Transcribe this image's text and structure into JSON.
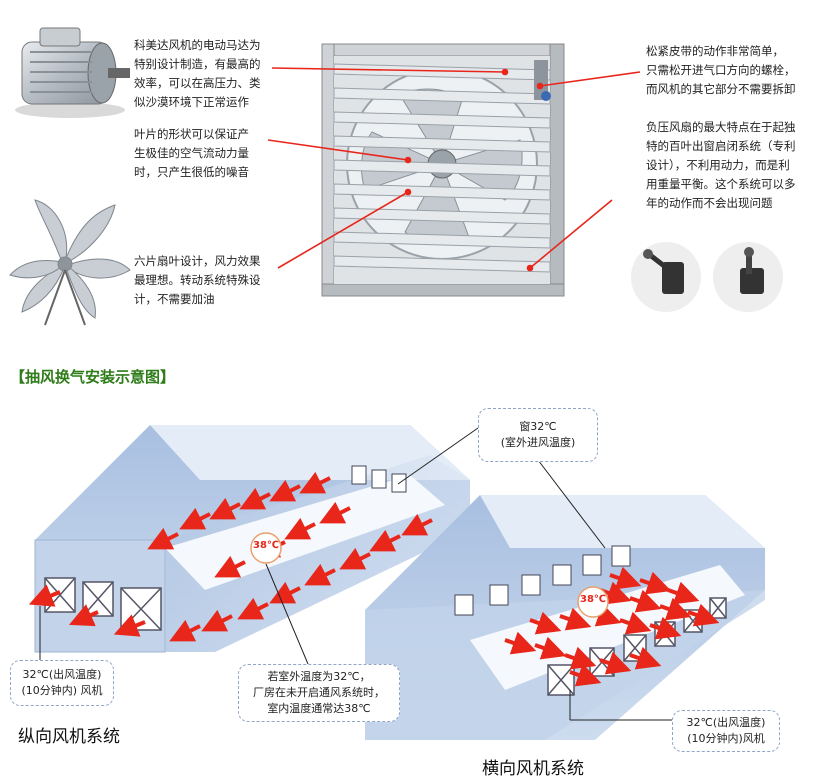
{
  "top": {
    "motor_desc": "科美达风机的电动马达为\n特别设计制造，有最高的\n效率，可以在高压力、类\n似沙漠环境下正常运作",
    "blade_shape_desc": "叶片的形状可以保证产\n生极佳的空气流动力量\n时，只产生很低的噪音",
    "six_blade_desc": "六片扇叶设计，风力效果\n最理想。转动系统特殊设\n计，不需要加油",
    "belt_desc": "松紧皮带的动作非常简单，\n只需松开进气口方向的螺栓，\n而风机的其它部分不需要拆卸",
    "shutter_desc": "负压风扇的最大特点在于起独\n特的百叶出窗启闭系统（专利\n设计），不利用动力，而是利\n用重量平衡。这个系统可以多\n年的动作而不会出现问题"
  },
  "section": {
    "title": "【抽风换气安装示意图】"
  },
  "diagram": {
    "window_callout": "窗32℃\n(室外进风温度)",
    "indoor_temp_left": "38℃",
    "indoor_temp_right": "38℃",
    "outlet_callout_left": "32℃(出风温度)\n(10分钟内) 风机",
    "middle_callout": "若室外温度为32℃，\n厂房在未开启通风系统时，\n室内温度通常达38℃",
    "outlet_callout_right": "32℃(出风温度)\n(10分钟内)风机",
    "label_longitudinal": "纵向风机系统",
    "label_transverse": "横向风机系统"
  },
  "colors": {
    "arrow": "#e8261a",
    "building": "#b9cce6",
    "section_title": "#2f7d1a"
  }
}
